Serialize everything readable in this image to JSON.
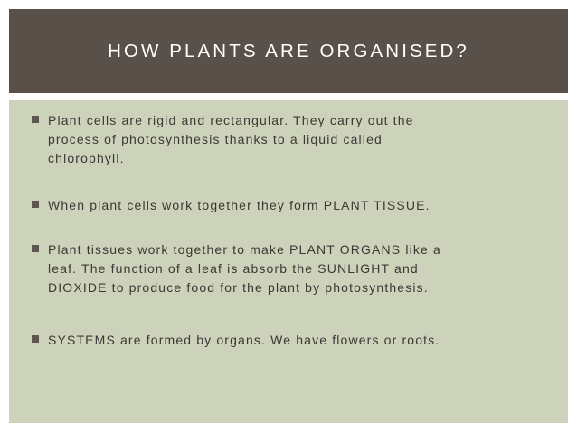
{
  "slide": {
    "title": "HOW PLANTS ARE ORGANISED?",
    "bullets": [
      {
        "text": "Plant cells are rigid and rectangular. They carry out the\nprocess of photosynthesis thanks to a liquid called\nchlorophyll."
      },
      {
        "text": "When plant cells work together they form PLANT TISSUE."
      },
      {
        "text": "Plant tissues work together to make PLANT ORGANS like a\nleaf. The function of a leaf is absorb the SUNLIGHT and\nDIOXIDE to produce food for the plant by photosynthesis."
      },
      {
        "text": "SYSTEMS are formed by organs. We have flowers or roots."
      }
    ]
  },
  "colors": {
    "title_bar": "#595049",
    "title_text": "#ffffff",
    "content_bg": "#cdd3bb",
    "body_text": "#3b3834",
    "bullet_marker": "#5c564e"
  }
}
